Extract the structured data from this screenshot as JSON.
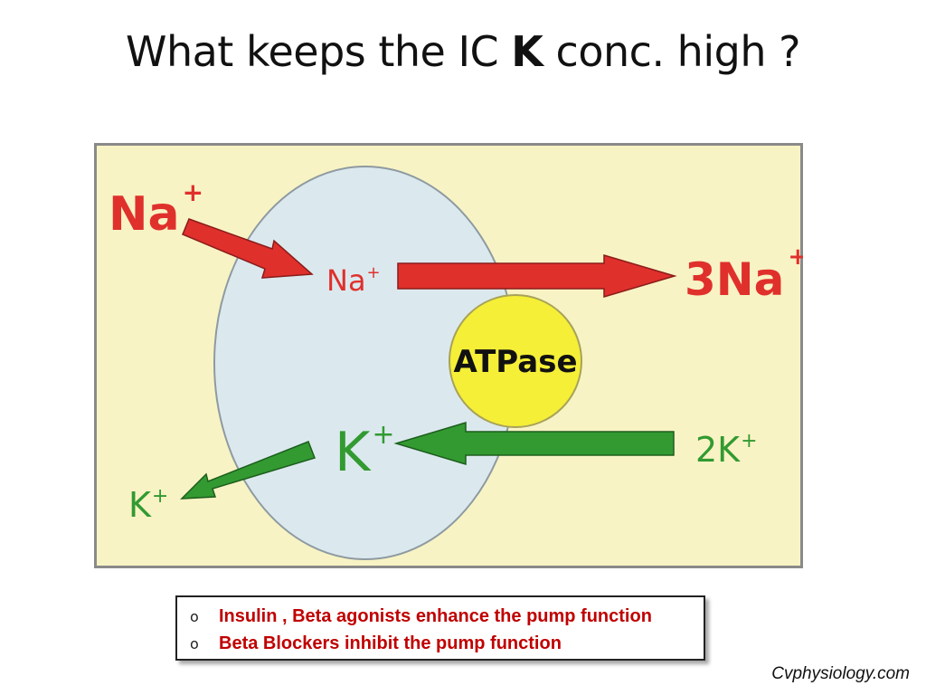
{
  "slide": {
    "title_before": "What keeps the IC ",
    "title_bold": "K",
    "title_after": " conc. high ?"
  },
  "diagram": {
    "na_outside": "Na",
    "na_outside_charge": "+",
    "na_inside": "Na",
    "na_inside_charge": "+",
    "na_out_count": "3Na",
    "na_out_charge": "+",
    "pump_label": "ATPase",
    "k_in_count": "2K",
    "k_in_charge": "+",
    "k_inside": "K",
    "k_inside_charge": "+",
    "k_leak": "K",
    "k_leak_charge": "+",
    "colors": {
      "background": "#f8f3c4",
      "cell": "#dbe9ee",
      "pump": "#f5ef37",
      "sodium": "#e0302c",
      "potassium": "#329a31"
    }
  },
  "notes": [
    {
      "bullet": "o",
      "text": "Insulin , Beta agonists enhance the pump function"
    },
    {
      "bullet": "o",
      "text": "Beta Blockers inhibit the pump function"
    }
  ],
  "source": "Cvphysiology.com"
}
